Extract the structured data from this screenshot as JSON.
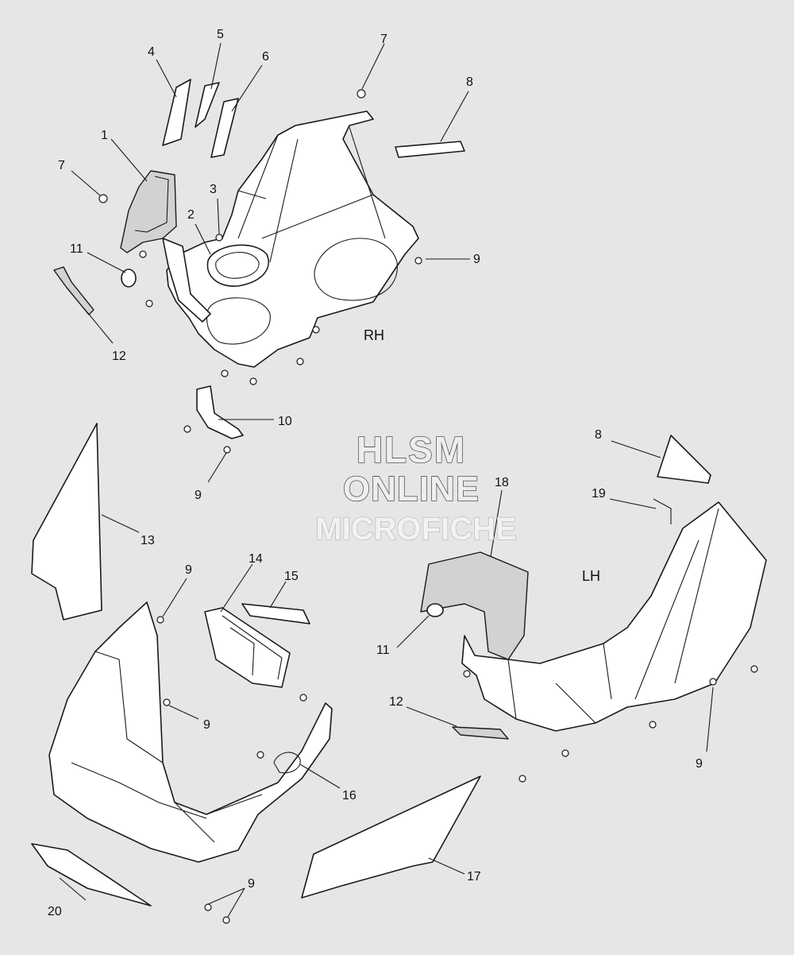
{
  "watermark": {
    "line1": "HLSM",
    "line2": "ONLINE",
    "line3": "MICROFICHE"
  },
  "side_labels": {
    "rh": "RH",
    "lh": "LH"
  },
  "callouts": [
    {
      "id": "c1",
      "text": "1"
    },
    {
      "id": "c2",
      "text": "2"
    },
    {
      "id": "c3",
      "text": "3"
    },
    {
      "id": "c4",
      "text": "4"
    },
    {
      "id": "c5",
      "text": "5"
    },
    {
      "id": "c6",
      "text": "6"
    },
    {
      "id": "c7a",
      "text": "7"
    },
    {
      "id": "c7b",
      "text": "7"
    },
    {
      "id": "c8a",
      "text": "8"
    },
    {
      "id": "c8b",
      "text": "8"
    },
    {
      "id": "c9a",
      "text": "9"
    },
    {
      "id": "c9b",
      "text": "9"
    },
    {
      "id": "c9c",
      "text": "9"
    },
    {
      "id": "c9d",
      "text": "9"
    },
    {
      "id": "c9e",
      "text": "9"
    },
    {
      "id": "c9f",
      "text": "9"
    },
    {
      "id": "c10",
      "text": "10"
    },
    {
      "id": "c11a",
      "text": "11"
    },
    {
      "id": "c11b",
      "text": "11"
    },
    {
      "id": "c12a",
      "text": "12"
    },
    {
      "id": "c12b",
      "text": "12"
    },
    {
      "id": "c13",
      "text": "13"
    },
    {
      "id": "c14",
      "text": "14"
    },
    {
      "id": "c15",
      "text": "15"
    },
    {
      "id": "c16",
      "text": "16"
    },
    {
      "id": "c17",
      "text": "17"
    },
    {
      "id": "c18",
      "text": "18"
    },
    {
      "id": "c19",
      "text": "19"
    },
    {
      "id": "c20",
      "text": "20"
    }
  ]
}
